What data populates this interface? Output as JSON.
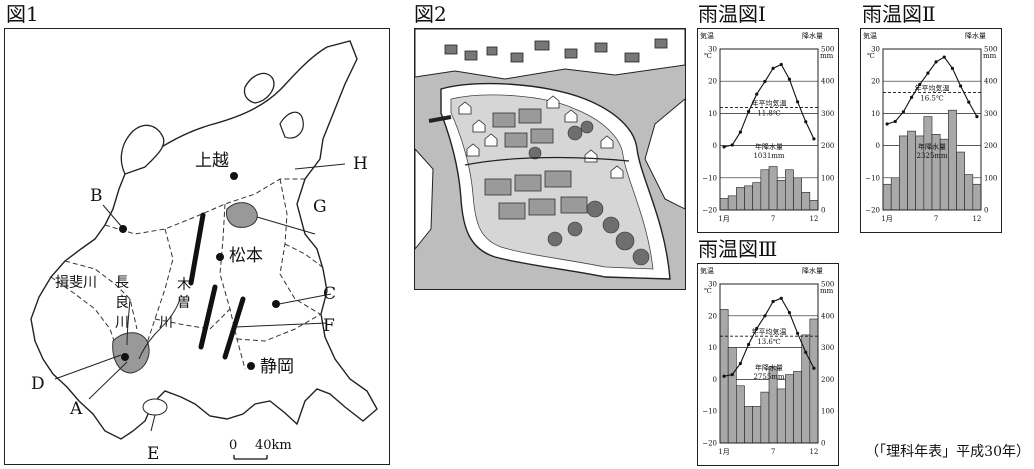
{
  "fig1": {
    "title": "図1",
    "cities": {
      "joetsu": "上越",
      "matsumoto": "松本",
      "shizuoka": "静岡"
    },
    "point_labels": [
      "A",
      "B",
      "C",
      "D",
      "E",
      "F",
      "G",
      "H"
    ],
    "rivers": {
      "ibi": "揖斐川",
      "nagara_1": "長",
      "nagara_2": "良",
      "nagara_3": "川",
      "kiso_1": "木",
      "kiso_2": "曽",
      "kiso_3": "川"
    },
    "scale": {
      "zero": "0",
      "distance": "40km"
    }
  },
  "fig2": {
    "title": "図2"
  },
  "climate": {
    "common": {
      "left_unit_1": "気温",
      "left_unit_2": "℃",
      "right_unit_1": "降水量",
      "right_unit_2": "mm",
      "temp_ticks": [
        "30",
        "20",
        "10",
        "0",
        "−10",
        "−20"
      ],
      "precip_ticks": [
        "500",
        "400",
        "300",
        "200",
        "100",
        "0"
      ],
      "x_ticks": [
        "1月",
        "7",
        "12"
      ],
      "avg_temp_label": "年平均気温",
      "annual_precip_label": "年降水量"
    },
    "charts": [
      {
        "title": "雨温図Ⅰ",
        "avg_temp": "11.8℃",
        "annual_precip": "1031mm",
        "temperature": [
          -0.4,
          0.2,
          4.2,
          10.6,
          16.0,
          19.9,
          24.0,
          25.2,
          20.6,
          13.6,
          7.4,
          2.1
        ],
        "precipitation": [
          36,
          44,
          70,
          75,
          85,
          125,
          135,
          92,
          125,
          100,
          55,
          30
        ]
      },
      {
        "title": "雨温図Ⅱ",
        "avg_temp": "16.5℃",
        "annual_precip": "2325mm",
        "temperature": [
          6.7,
          7.5,
          10.5,
          15.0,
          19.0,
          22.5,
          26.0,
          27.5,
          24.0,
          18.5,
          13.5,
          9.0
        ],
        "precipitation": [
          80,
          100,
          230,
          245,
          230,
          290,
          235,
          220,
          310,
          180,
          110,
          80
        ]
      },
      {
        "title": "雨温図Ⅲ",
        "avg_temp": "13.6℃",
        "annual_precip": "2755mm",
        "temperature": [
          1.0,
          1.5,
          5.0,
          11.0,
          16.0,
          20.0,
          24.5,
          25.5,
          21.0,
          14.5,
          8.5,
          3.5
        ],
        "precipitation": [
          420,
          300,
          180,
          115,
          115,
          160,
          240,
          170,
          215,
          225,
          340,
          390
        ]
      }
    ]
  },
  "source": "（「理科年表」平成30年）"
}
